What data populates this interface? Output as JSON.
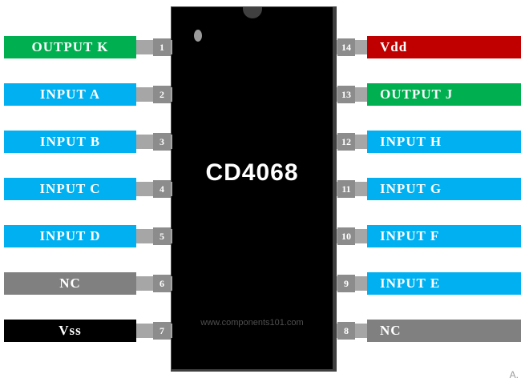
{
  "ic": {
    "name": "CD4068",
    "watermark": "www.components101.com",
    "corner_text": "A."
  },
  "palette": {
    "output_green": "#00b050",
    "input_blue": "#00b0f0",
    "vdd_red": "#c00000",
    "nc_gray": "#808080",
    "vss_black": "#000000",
    "pin_stub_gray": "#a6a6a6",
    "pin_number_gray": "#8c8c8c"
  },
  "left_pins": [
    {
      "number": "1",
      "label": "OUTPUT K",
      "color": "#00b050"
    },
    {
      "number": "2",
      "label": "INPUT A",
      "color": "#00b0f0"
    },
    {
      "number": "3",
      "label": "INPUT B",
      "color": "#00b0f0"
    },
    {
      "number": "4",
      "label": "INPUT C",
      "color": "#00b0f0"
    },
    {
      "number": "5",
      "label": "INPUT D",
      "color": "#00b0f0"
    },
    {
      "number": "6",
      "label": "NC",
      "color": "#808080"
    },
    {
      "number": "7",
      "label": "Vss",
      "color": "#000000"
    }
  ],
  "right_pins": [
    {
      "number": "14",
      "label": "Vdd",
      "color": "#c00000"
    },
    {
      "number": "13",
      "label": "OUTPUT J",
      "color": "#00b050"
    },
    {
      "number": "12",
      "label": "INPUT H",
      "color": "#00b0f0"
    },
    {
      "number": "11",
      "label": "INPUT G",
      "color": "#00b0f0"
    },
    {
      "number": "10",
      "label": "INPUT F",
      "color": "#00b0f0"
    },
    {
      "number": "9",
      "label": "INPUT E",
      "color": "#00b0f0"
    },
    {
      "number": "8",
      "label": "NC",
      "color": "#808080"
    }
  ]
}
